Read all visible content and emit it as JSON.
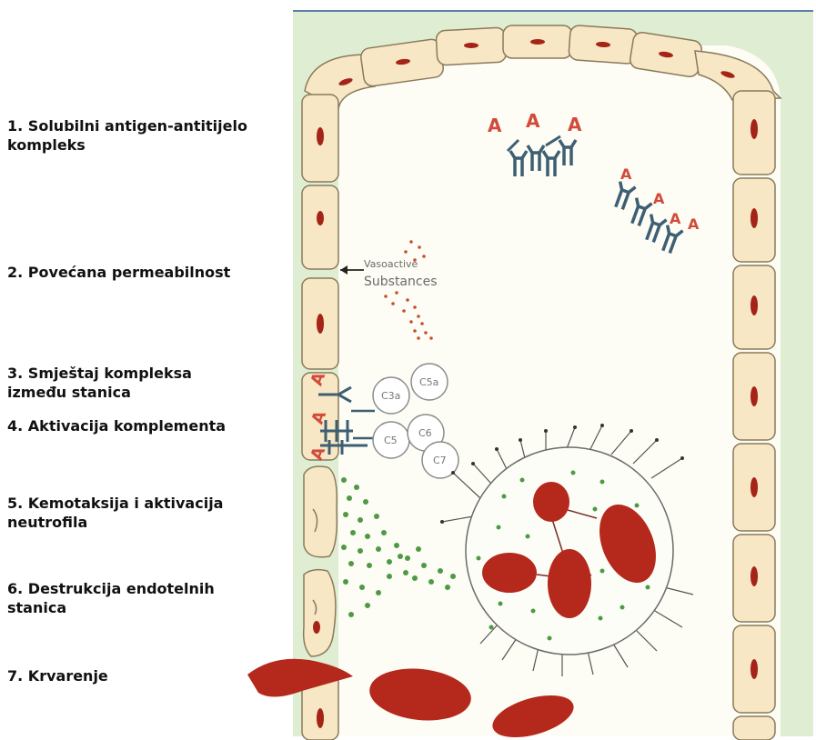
{
  "steps": [
    {
      "n": "1.",
      "text": "Solubilni antigen-antitijelo kompleks"
    },
    {
      "n": "2.",
      "text": "Povećana permeabilnost"
    },
    {
      "n": "3.",
      "text": "Smještaj kompleksa između stanica"
    },
    {
      "n": "4.",
      "text": "Aktivacija komplementa"
    },
    {
      "n": "5.",
      "text": "Kemotaksija i aktivacija neutrofila"
    },
    {
      "n": "6.",
      "text": "Destrukcija endotelnih stanica"
    },
    {
      "n": "7.",
      "text": "Krvarenje"
    }
  ],
  "figure": {
    "antigen_letter": "A",
    "vasoactive_line1": "Vasoactive",
    "vasoactive_line2": "Substances",
    "complement": [
      "C3a",
      "C5a",
      "C5",
      "C6",
      "C7"
    ]
  },
  "colors": {
    "cell_fill": "#f7e7c4",
    "cell_border": "#8a7a5a",
    "nucleus": "#a52418",
    "rbc": "#b5281c",
    "antibody": "#3d5f73",
    "antigen": "#d24a3a",
    "granule": "#4e9a44",
    "vasoactive_dots": "#c9502a",
    "outer_green": "#dfeed3",
    "lumen": "#fdfcf5"
  }
}
